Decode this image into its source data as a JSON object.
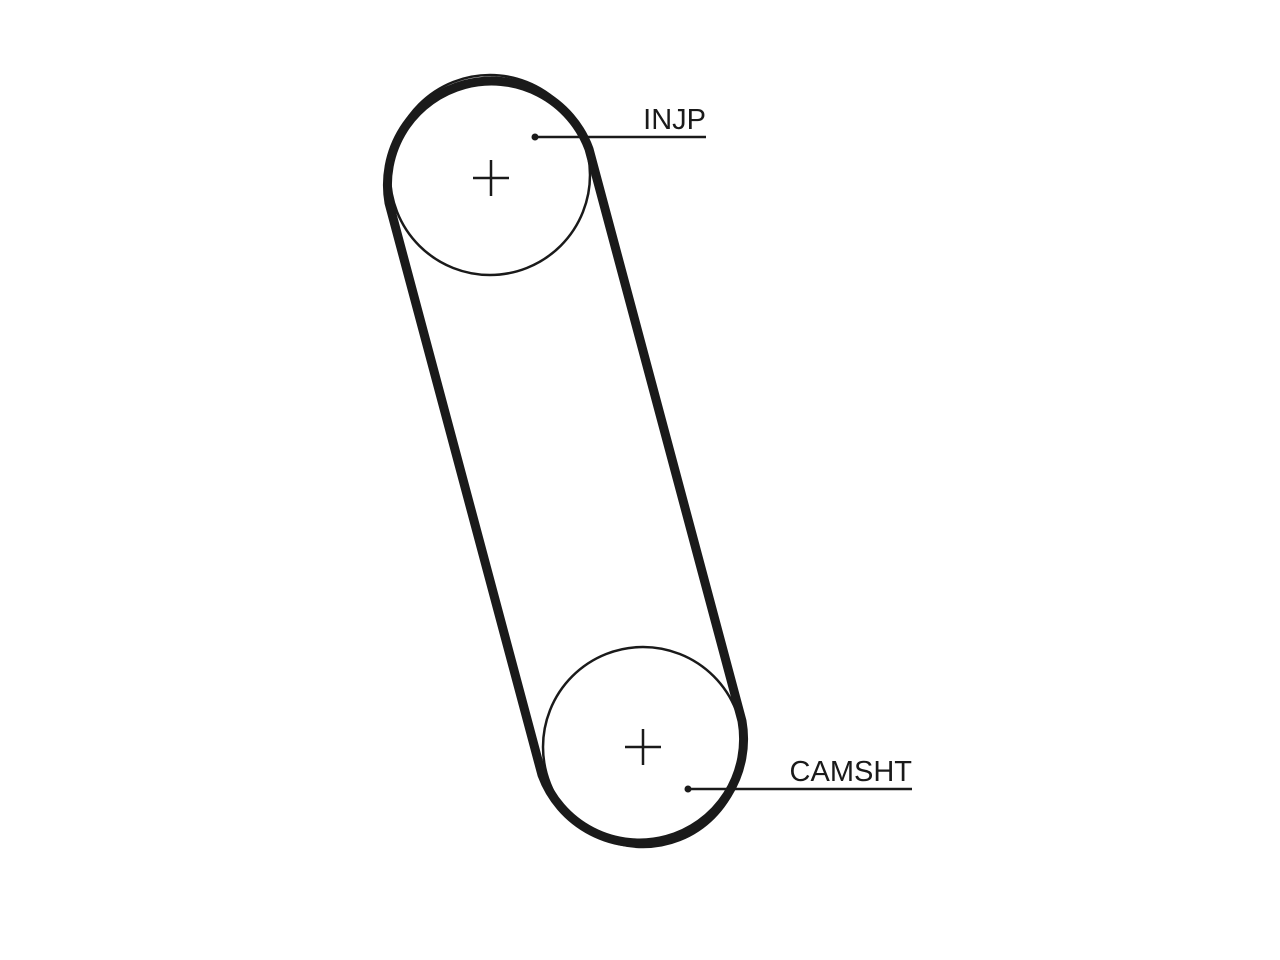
{
  "diagram": {
    "pulleys": [
      {
        "id": "injp",
        "label": "INJP"
      },
      {
        "id": "camsht",
        "label": "CAMSHT"
      }
    ],
    "colors": {
      "background": "#ffffff",
      "belt": "#1a1a1a",
      "line": "#1a1a1a"
    }
  }
}
